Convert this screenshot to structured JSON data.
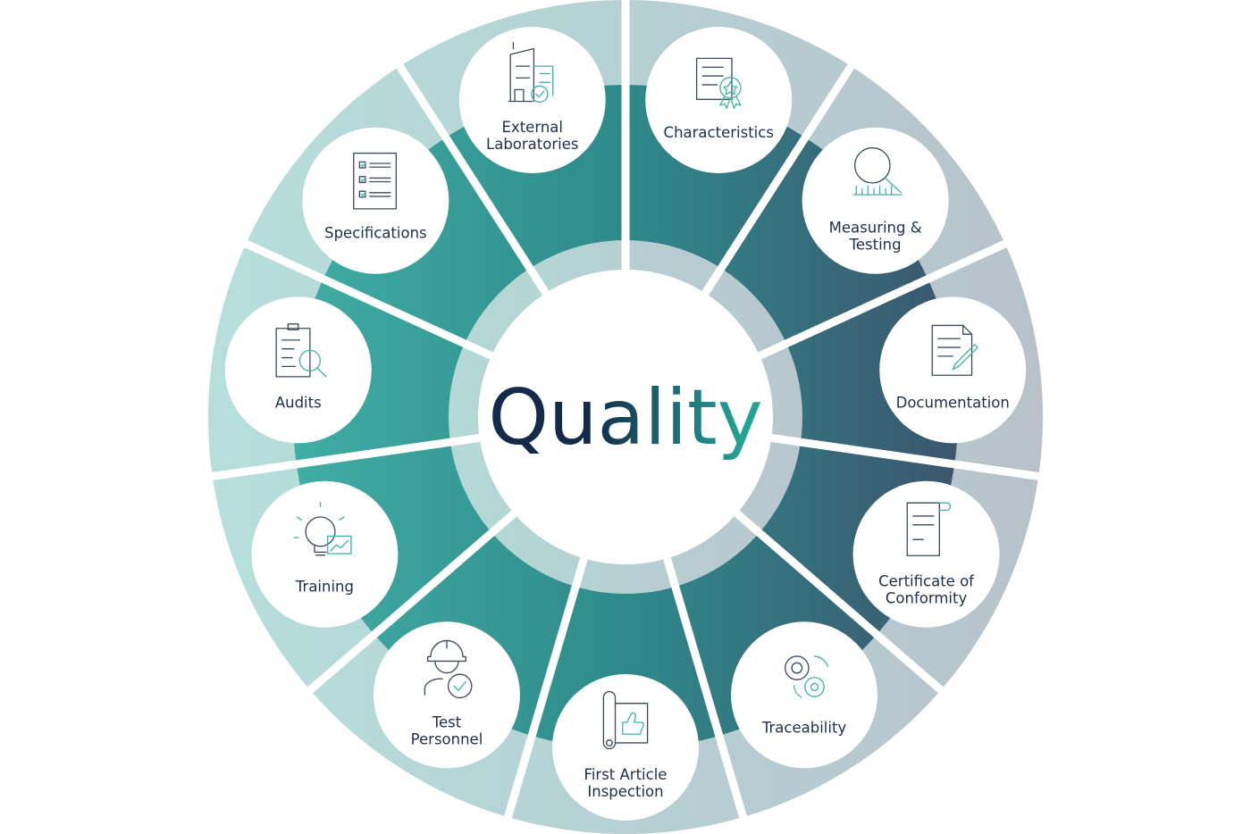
{
  "center": {
    "title": "Quality"
  },
  "colors": {
    "outer_left": "#b6dfdc",
    "outer_right": "#b7c2ca",
    "ring_left": "#40ada3",
    "ring_mid": "#2e8a8a",
    "ring_right": "#3c566e",
    "inner_left": "#b4d9d7",
    "inner_right": "#b8c6cd",
    "text": "#1e2f4a",
    "title_start": "#142a4a",
    "title_end": "#22a394",
    "icon_dark": "#3a4a60",
    "icon_accent": "#3fb3a6"
  },
  "items": [
    {
      "lines": [
        "Characteristics"
      ],
      "icon": "certificate-ribbon-icon"
    },
    {
      "lines": [
        "Measuring &",
        "Testing"
      ],
      "icon": "magnifier-ruler-icon"
    },
    {
      "lines": [
        "Documentation"
      ],
      "icon": "document-pen-icon"
    },
    {
      "lines": [
        "Certificate of",
        "Conformity"
      ],
      "icon": "scroll-document-icon"
    },
    {
      "lines": [
        "Traceability"
      ],
      "icon": "gears-icon"
    },
    {
      "lines": [
        "First Article",
        "Inspection"
      ],
      "icon": "blueprint-thumbs-up-icon"
    },
    {
      "lines": [
        "Test",
        "Personnel"
      ],
      "icon": "worker-check-icon"
    },
    {
      "lines": [
        "Training"
      ],
      "icon": "lightbulb-chart-icon"
    },
    {
      "lines": [
        "Audits"
      ],
      "icon": "clipboard-magnifier-icon"
    },
    {
      "lines": [
        "Specifications"
      ],
      "icon": "checklist-icon"
    },
    {
      "lines": [
        "External",
        "Laboratories"
      ],
      "icon": "building-check-icon"
    }
  ]
}
